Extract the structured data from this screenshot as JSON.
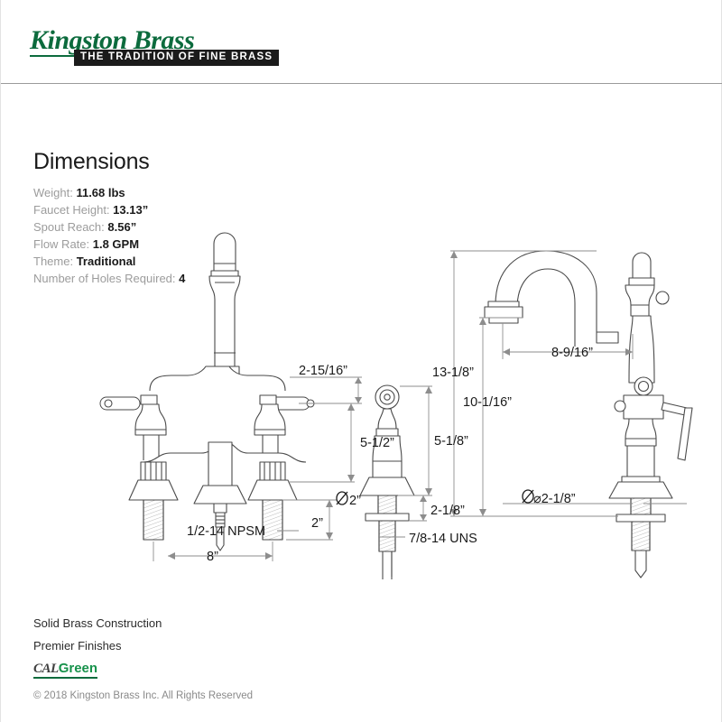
{
  "header": {
    "brand": "Kingston Brass",
    "tagline": "THE TRADITION OF FINE BRASS"
  },
  "spec": {
    "title": "Dimensions",
    "rows": [
      {
        "label": "Weight:",
        "value": "11.68 lbs"
      },
      {
        "label": "Faucet Height:",
        "value": "13.13”"
      },
      {
        "label": "Spout Reach:",
        "value": "8.56”"
      },
      {
        "label": "Flow Rate:",
        "value": "1.8 GPM"
      },
      {
        "label": "Theme:",
        "value": "Traditional"
      },
      {
        "label": "Number of Holes Required:",
        "value": "4"
      }
    ]
  },
  "drawing": {
    "dimensions": {
      "handle_height": "2-15/16”",
      "spout_to_deck": "5-1/2”",
      "shank_diameter": "⌀2”",
      "shank_length": "2”",
      "thread_inlet": "1/2-14 NPSM",
      "center_to_center": "8”",
      "sprayer_height": "5-1/8”",
      "sprayer_shank": "2-1/8”",
      "sprayer_thread": "7/8-14 UNS",
      "overall_height": "13-1/8”",
      "spout_outlet_height": "10-1/16”",
      "spout_reach": "8-9/16”",
      "base_diameter": "⌀2-1/8”"
    }
  },
  "footer": {
    "features": [
      "Solid Brass Construction",
      "Premier Finishes"
    ],
    "certification": {
      "prefix": "CAL",
      "suffix": "Green"
    },
    "copyright": "© 2018 Kingston Brass Inc. All Rights Reserved"
  },
  "colors": {
    "brand_green": "#0c6b3d",
    "cert_green": "#17924b",
    "line": "#4a4a4a"
  }
}
